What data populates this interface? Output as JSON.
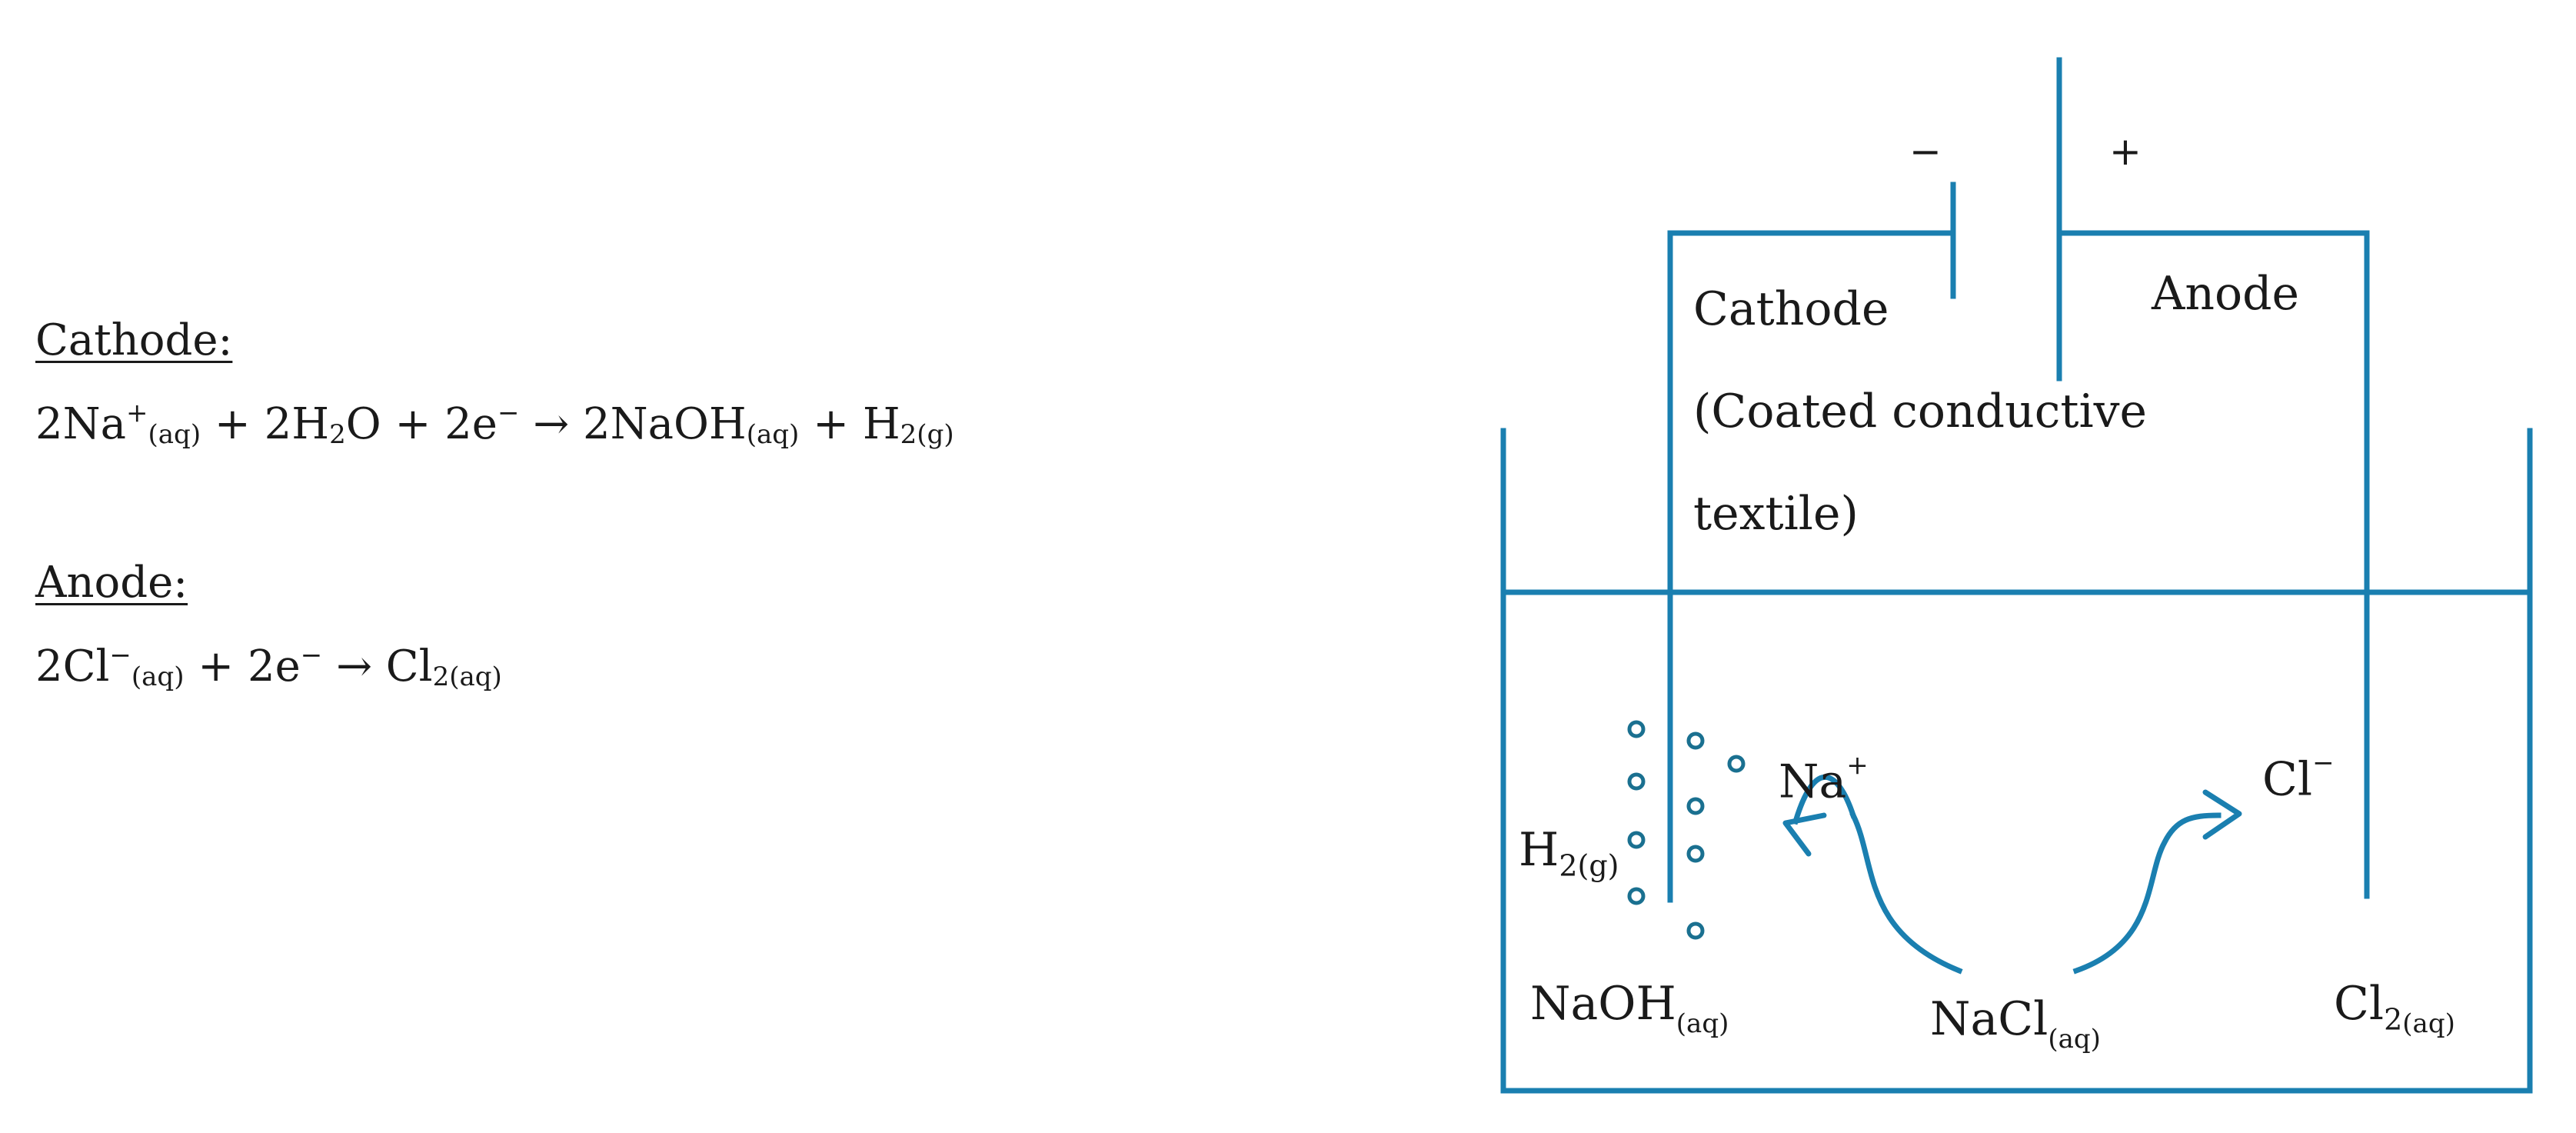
{
  "equations": {
    "cathode_heading": "Cathode:",
    "cathode": {
      "p1": "2Na",
      "p1_sup": "+",
      "p1_sub": "(aq)",
      "p2": " + 2H",
      "p2_sub": "2",
      "p3": "O + 2e",
      "p3_sup": "−",
      "arrow": " → ",
      "p4": "2NaOH",
      "p4_sub": "(aq)",
      "p5": " + H",
      "p5_sub": "2(g)"
    },
    "anode_heading": "Anode:",
    "anode": {
      "p1": "2Cl",
      "p1_sup": "−",
      "p1_sub": "(aq)",
      "p2": " + 2e",
      "p2_sup": "−",
      "arrow": " → ",
      "p3": "Cl",
      "p3_sub": "2(aq)"
    }
  },
  "diagram": {
    "minus_sign": "−",
    "plus_sign": "+",
    "cathode_label": "Cathode",
    "cathode_desc_line1": "(Coated conductive",
    "cathode_desc_line2": "textile)",
    "anode_label": "Anode",
    "na_ion": "Na",
    "na_charge": "+",
    "cl_ion": "Cl",
    "cl_charge": "−",
    "h2_main": "H",
    "h2_sub": "2(g)",
    "naoh_main": "NaOH",
    "naoh_sub": "(aq)",
    "nacl_main": "NaCl",
    "nacl_sub": "(aq)",
    "cl2_main": "Cl",
    "cl2_sub": "2",
    "cl2_state": "(aq)"
  },
  "colors": {
    "line": "#1a7fb0",
    "bubble": "#1a7090",
    "text": "#1a1a1a"
  }
}
